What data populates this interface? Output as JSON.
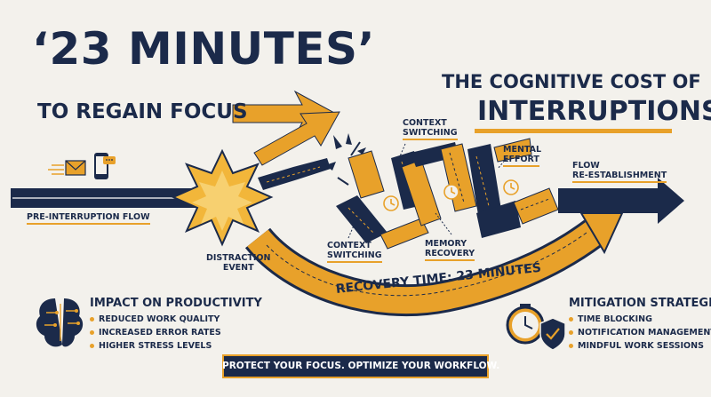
{
  "header": {
    "headline": "‘23 MINUTES’",
    "subhead": "TO REGAIN FOCUS",
    "title_line1": "THE COGNITIVE COST OF",
    "title_line2": "INTERRUPTIONS"
  },
  "flow_labels": {
    "pre_interruption": "PRE-INTERRUPTION FLOW",
    "distraction_line1": "DISTRACTION",
    "distraction_line2": "EVENT",
    "context_top_line1": "CONTEXT",
    "context_top_line2": "SWITCHING",
    "context_bottom_line1": "CONTEXT",
    "context_bottom_line2": "SWITCHING",
    "memory_line1": "MEMORY",
    "memory_line2": "RECOVERY",
    "mental_line1": "MENTAL",
    "mental_line2": "EFFORT",
    "flow_line1": "FLOW",
    "flow_line2": "RE-ESTABLISHMENT",
    "recovery_time": "RECOVERY TIME: 23 MINUTES"
  },
  "impact": {
    "title": "IMPACT ON PRODUCTIVITY",
    "items": [
      "REDUCED WORK QUALITY",
      "INCREASED ERROR RATES",
      "HIGHER STRESS LEVELS"
    ]
  },
  "mitigation": {
    "title": "MITIGATION STRATEGIES",
    "items": [
      "TIME BLOCKING",
      "NOTIFICATION MANAGEMENT",
      "MINDFUL WORK SESSIONS"
    ]
  },
  "footer": {
    "text": "PROTECT YOUR FOCUS. OPTIMIZE YOUR WORKFLOW."
  },
  "colors": {
    "navy": "#1b2a4a",
    "gold": "#e8a12a",
    "background": "#f3f1ec"
  },
  "icons": [
    "envelope-icon",
    "smartphone-icon",
    "explosion-icon",
    "clock-icon",
    "brain-circuit-icon",
    "stopwatch-icon",
    "shield-check-icon"
  ]
}
